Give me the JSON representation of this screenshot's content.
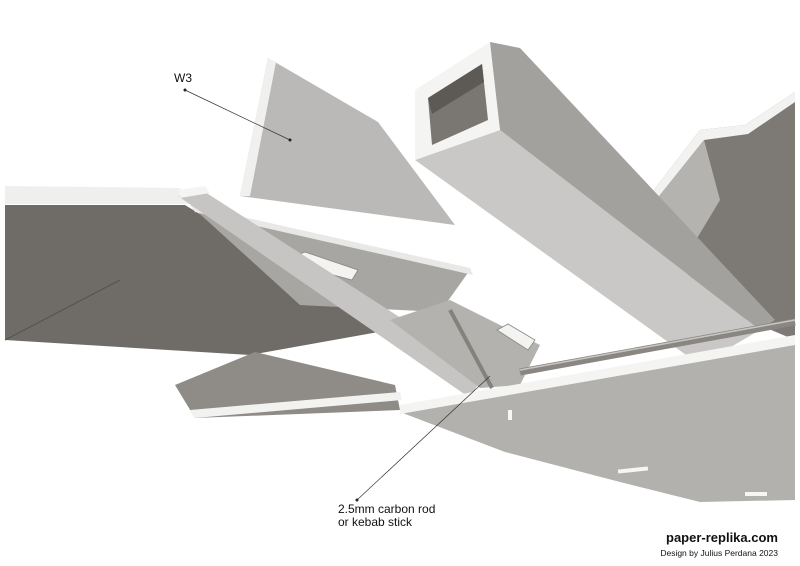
{
  "labels": {
    "w3": "W3",
    "rod_line1": "2.5mm carbon rod",
    "rod_line2": "or kebab stick"
  },
  "footer": {
    "site": "paper-replika.com",
    "credit": "Design by Julius Perdana 2023"
  },
  "colors": {
    "dark_face": "#6f6c68",
    "mid_face": "#a9a7a4",
    "light_face": "#cac9c7",
    "edge": "#f4f4f3"
  }
}
